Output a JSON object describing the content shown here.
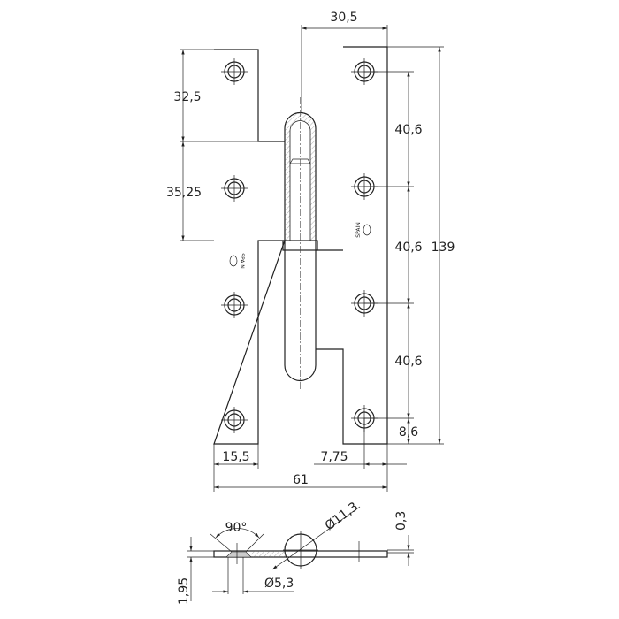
{
  "drawing": {
    "dimensions": {
      "pin_offset": "30,5",
      "top_to_knuckle": "32,5",
      "knuckle_height": "35,25",
      "hole_pitch_1": "40,6",
      "hole_pitch_2": "40,6",
      "hole_pitch_3": "40,6",
      "bottom_hole_offset": "8,6",
      "total_height": "139",
      "left_leaf_width": "15,5",
      "right_hole_offset": "7,75",
      "total_width": "61",
      "countersink_angle": "90°",
      "pin_diameter": "Ø11,3",
      "hole_diameter": "Ø5,3",
      "gap": "0,3",
      "thickness": "1,95"
    },
    "stamp_text": "SPAIN"
  }
}
